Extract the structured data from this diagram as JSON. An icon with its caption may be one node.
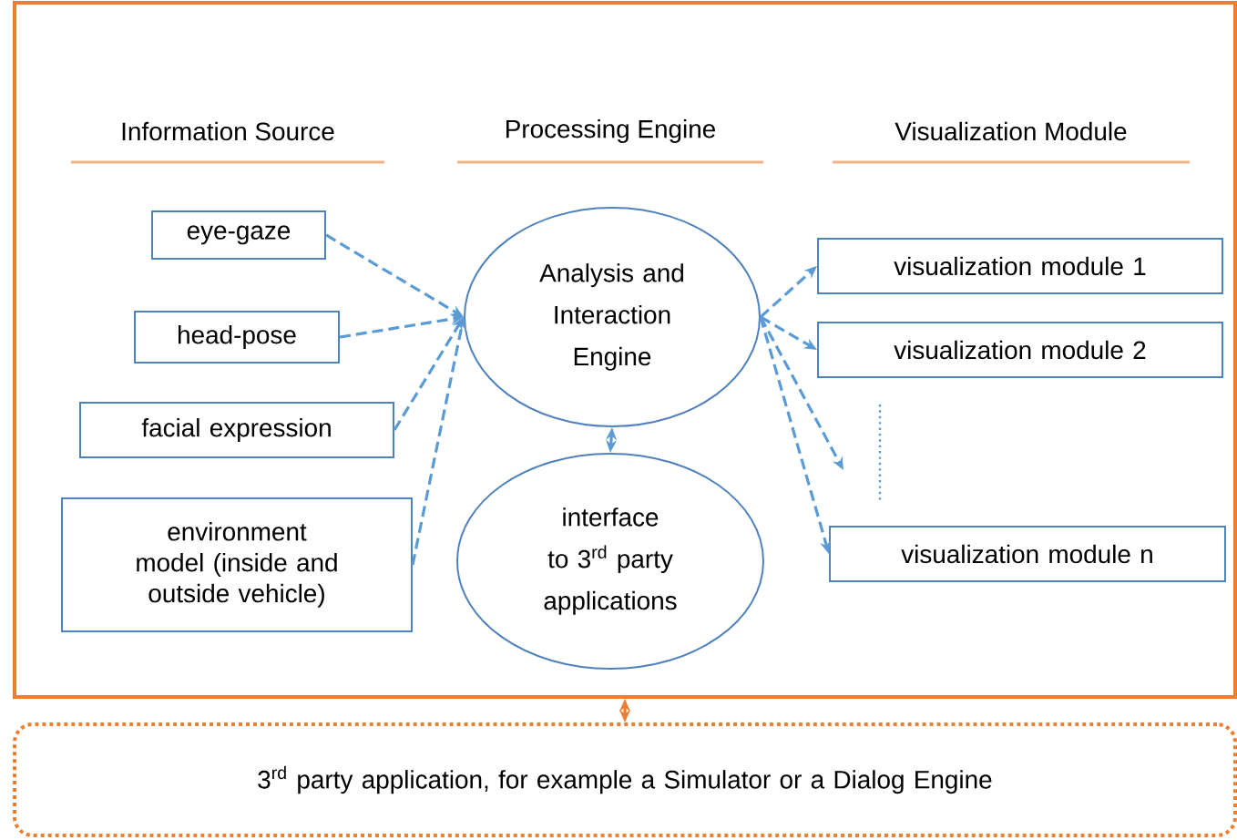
{
  "diagram": {
    "nodes": [
      {
        "text": [],
        "shape": "box"
      },
      {
        "text": [
          "eye-gaze"
        ],
        "in": 0
      },
      {
        "text": [
          "head-pose"
        ],
        "in": 0
      },
      {
        "text": [
          "facial expression"
        ],
        "in": 0
      },
      {
        "text": [
          "environment model (inside and outside vehicle)"
        ],
        "in": 0
      },
      {
        "text": [
          "Analysis and Interaction Engine"
        ],
        "in": 0
      },
      {
        "text": [
          "interface to 3$^{rd}$ party applications"
        ],
        "in": 0
      },
      {
        "text": [
          "visualization module 1"
        ],
        "in": 0
      },
      {
        "text": [
          "visualization module 2"
        ],
        "in": 0
      },
      {
        "text": [
          "visualization module n"
        ],
        "in": 0
      },
      {
        "text": [
          "3$^{rd}$  party application, for example a Simulator or a Dialog Engine"
        ]
      }
    ],
    "edges": [
      {
        "from": 1,
        "to": 5,
        "arrow": "to",
        "style": "dashed"
      },
      {
        "from": 2,
        "to": 5,
        "arrow": "to",
        "style": "dashed"
      },
      {
        "from": 3,
        "to": 5,
        "arrow": "to",
        "style": "dashed"
      },
      {
        "from": 4,
        "to": 5,
        "arrow": "to",
        "style": "dashed"
      },
      {
        "from": 5,
        "to": 7,
        "arrow": "to",
        "style": "dashed"
      },
      {
        "from": 5,
        "to": 8,
        "arrow": "to",
        "style": "dashed"
      },
      {
        "from": 5,
        "to": null,
        "arrow": "to",
        "style": "dashed"
      },
      {
        "from": 5,
        "to": 9,
        "arrow": "to",
        "style": "dashed"
      },
      {
        "from": 5,
        "to": 6,
        "arrow": "both",
        "style": "dashed"
      },
      {
        "from": 0,
        "to": 10,
        "arrow": "both",
        "style": "dashed",
        "color": "#ed7d31"
      }
    ],
    "labels": [
      "Information Source",
      "Processing Engine",
      "Visualization Module"
    ]
  }
}
